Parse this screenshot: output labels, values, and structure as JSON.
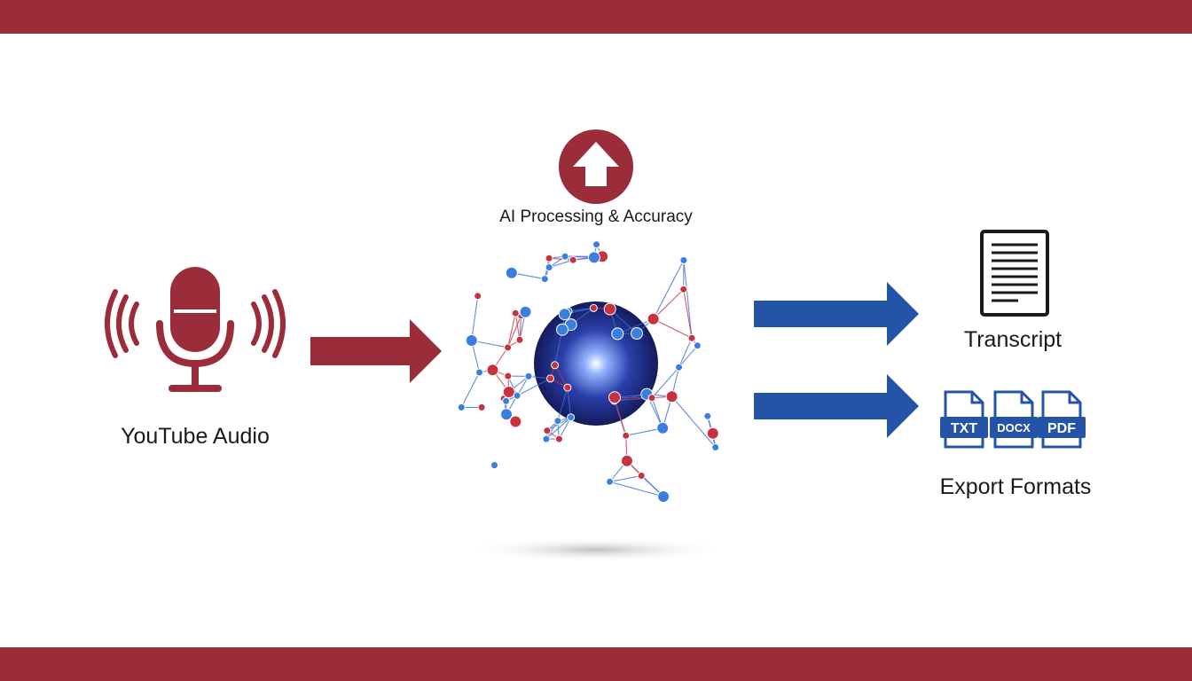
{
  "colors": {
    "brand_red": "#9b2d3a",
    "brand_blue": "#2454a6",
    "node_blue": "#3a7fe0",
    "node_red": "#c8323f",
    "text": "#1a1a1a",
    "background": "#ffffff"
  },
  "nodes": {
    "input": {
      "label": "YouTube Audio",
      "icon": "microphone-icon"
    },
    "processing": {
      "label": "AI Processing & Accuracy",
      "icon": "upload-arrow-icon",
      "graphic": "neural-network-sphere"
    },
    "output_transcript": {
      "label": "Transcript",
      "icon": "document-icon"
    },
    "output_formats": {
      "label": "Export Formats",
      "files": [
        "TXT",
        "DOCX",
        "PDF"
      ]
    }
  },
  "edges": [
    {
      "from": "input",
      "to": "processing",
      "color": "brand_red"
    },
    {
      "from": "processing",
      "to": "output_transcript",
      "color": "brand_blue"
    },
    {
      "from": "processing",
      "to": "output_formats",
      "color": "brand_blue"
    }
  ]
}
